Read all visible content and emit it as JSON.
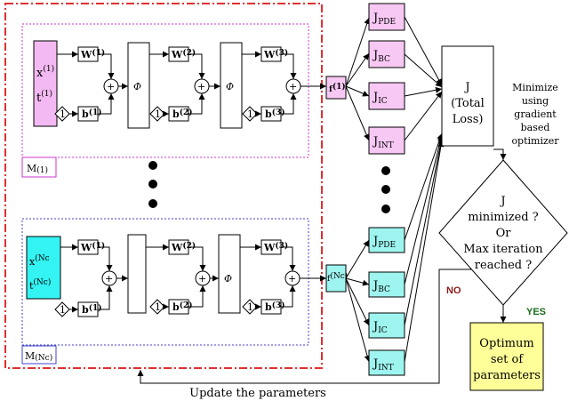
{
  "colors": {
    "input_box": "#f3b9f2",
    "input_box_nc": "#33f3f3",
    "loss_box_top": "#f8c8f4",
    "loss_box_bottom": "#9ef4ef",
    "optimum_box": "#ffff99",
    "outer_dashdot": "#e03030",
    "top_dotted": "#cc33cc",
    "bottom_dotted": "#4040cc",
    "no_label": "#8b1a1a",
    "yes_label": "#1a6b1a"
  },
  "network_top": {
    "label_main": "M",
    "label_sub": "(1)",
    "input_x": "x",
    "input_x_sup": "(1)",
    "input_t": "t",
    "input_t_sup": "(1)",
    "w1": "W",
    "w1_sub": "(1)",
    "b1": "b",
    "b1_sub": "(1)",
    "w2": "W",
    "w2_sub": "(2)",
    "b2": "b",
    "b2_sub": "(2)",
    "w3": "W",
    "w3_sub": "(3)",
    "b3": "b",
    "b3_sub": "(3)",
    "one": "1",
    "plus": "+",
    "phi": "Φ",
    "output_f": "f",
    "output_f_sup": "(1)"
  },
  "network_bottom": {
    "label_main": "M",
    "label_sub": "(Nc)",
    "input_x": "x",
    "input_x_sup": "(Nc",
    "input_t": "t",
    "input_t_sup": "(Nc)",
    "w1": "W",
    "w1_sub": "(1)",
    "b1": "b",
    "b1_sub": "(1)",
    "w2": "W",
    "w2_sub": "(2)",
    "b2": "b",
    "b2_sub": "(2)",
    "w3": "W",
    "w3_sub": "(3)",
    "b3": "b",
    "b3_sub": "(3)",
    "one": "1",
    "plus": "+",
    "phi": "Φ",
    "output_f": "f",
    "output_f_sup": "(Nc)"
  },
  "loss_terms_top": [
    {
      "main": "J",
      "sub": "PDE"
    },
    {
      "main": "J",
      "sub": "BC"
    },
    {
      "main": "J",
      "sub": "IC"
    },
    {
      "main": "J",
      "sub": "INT"
    }
  ],
  "loss_terms_bottom": [
    {
      "main": "J",
      "sub": "PDE"
    },
    {
      "main": "J",
      "sub": "BC"
    },
    {
      "main": "J",
      "sub": "IC"
    },
    {
      "main": "J",
      "sub": "INT"
    }
  ],
  "total_loss": {
    "line1": "J",
    "line2": "(Total",
    "line3": "Loss)"
  },
  "minimize_note": [
    "Minimize",
    "using",
    "gradient",
    "based",
    "optimizer"
  ],
  "decision": {
    "line1": "J",
    "line2": "minimized ?",
    "line3": "Or",
    "line4": "Max iteration",
    "line5": "reached ?"
  },
  "no_label": "NO",
  "yes_label": "YES",
  "optimum": {
    "line1": "Optimum",
    "line2": "set of",
    "line3": "parameters"
  },
  "update_label": "Update the parameters"
}
